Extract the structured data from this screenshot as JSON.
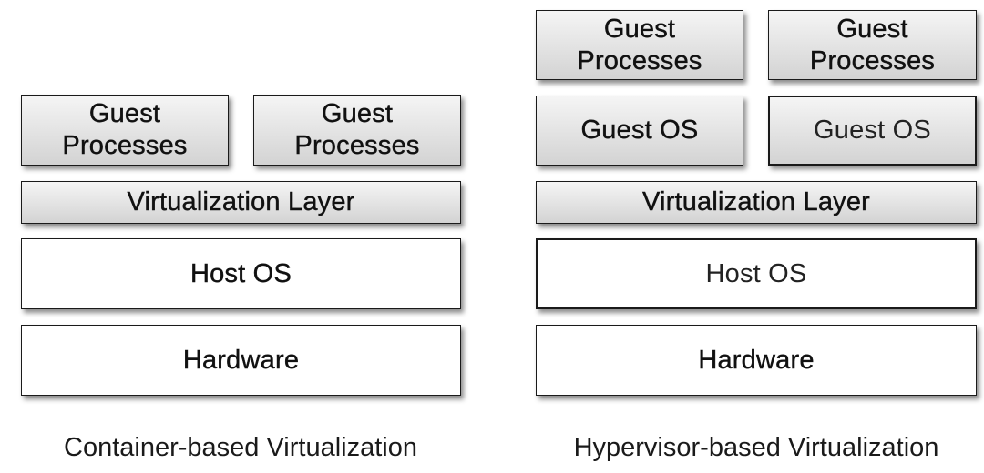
{
  "container_stack": {
    "guest_left": [
      "Guest",
      "Processes"
    ],
    "guest_right": [
      "Guest",
      "Processes"
    ],
    "virtualization_layer": "Virtualization Layer",
    "host_os": "Host OS",
    "hardware": "Hardware",
    "caption": "Container-based Virtualization"
  },
  "hypervisor_stack": {
    "guest_left": [
      "Guest",
      "Processes"
    ],
    "guest_right": [
      "Guest",
      "Processes"
    ],
    "guest_os_left": "Guest OS",
    "guest_os_right": "Guest OS",
    "virtualization_layer": "Virtualization Layer",
    "host_os": "Host OS",
    "hardware": "Hardware",
    "caption": "Hypervisor-based Virtualization"
  },
  "colors": {
    "box_border": "#1a1a1a",
    "gray_top": "#f5f5f5",
    "gray_bottom": "#d3d3d3",
    "white_box": "#ffffff"
  }
}
